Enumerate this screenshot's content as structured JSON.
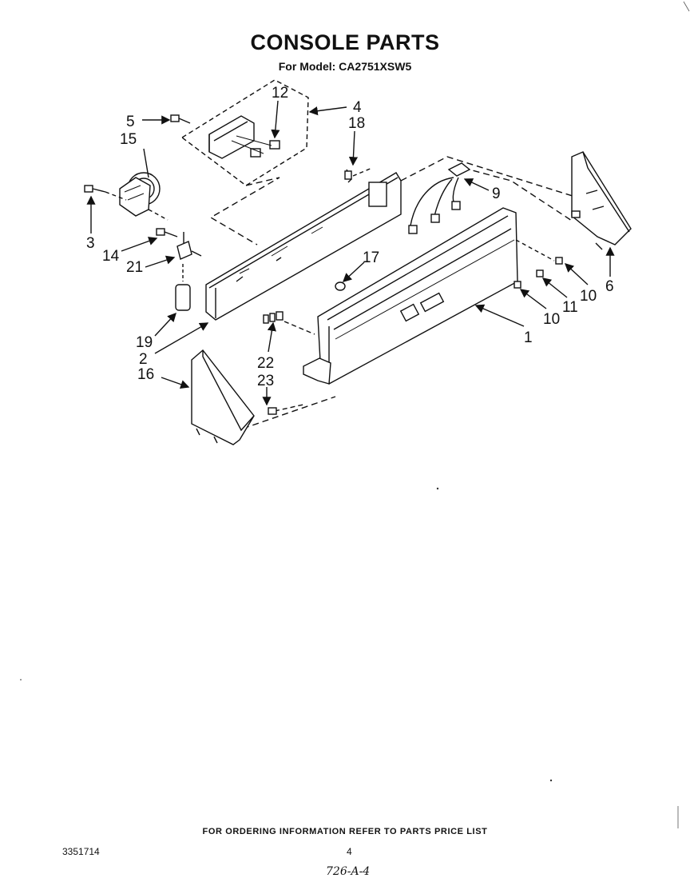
{
  "header": {
    "title": "CONSOLE PARTS",
    "subtitle": "For Model: CA2751XSW5"
  },
  "callouts": [
    {
      "id": "c1",
      "text": "1"
    },
    {
      "id": "c2",
      "text": "2"
    },
    {
      "id": "c3",
      "text": "3"
    },
    {
      "id": "c4",
      "text": "4"
    },
    {
      "id": "c5",
      "text": "5"
    },
    {
      "id": "c6",
      "text": "6"
    },
    {
      "id": "c9",
      "text": "9"
    },
    {
      "id": "c10a",
      "text": "10"
    },
    {
      "id": "c10b",
      "text": "10"
    },
    {
      "id": "c11",
      "text": "11"
    },
    {
      "id": "c12",
      "text": "12"
    },
    {
      "id": "c14",
      "text": "14"
    },
    {
      "id": "c15",
      "text": "15"
    },
    {
      "id": "c16",
      "text": "16"
    },
    {
      "id": "c17",
      "text": "17"
    },
    {
      "id": "c18",
      "text": "18"
    },
    {
      "id": "c19",
      "text": "19"
    },
    {
      "id": "c21",
      "text": "21"
    },
    {
      "id": "c22",
      "text": "22"
    },
    {
      "id": "c23",
      "text": "23"
    }
  ],
  "footer": {
    "ordering_note": "FOR ORDERING INFORMATION REFER TO PARTS PRICE LIST",
    "document_number": "3351714",
    "page_number": "4",
    "handwritten_note": "726-A-4"
  }
}
